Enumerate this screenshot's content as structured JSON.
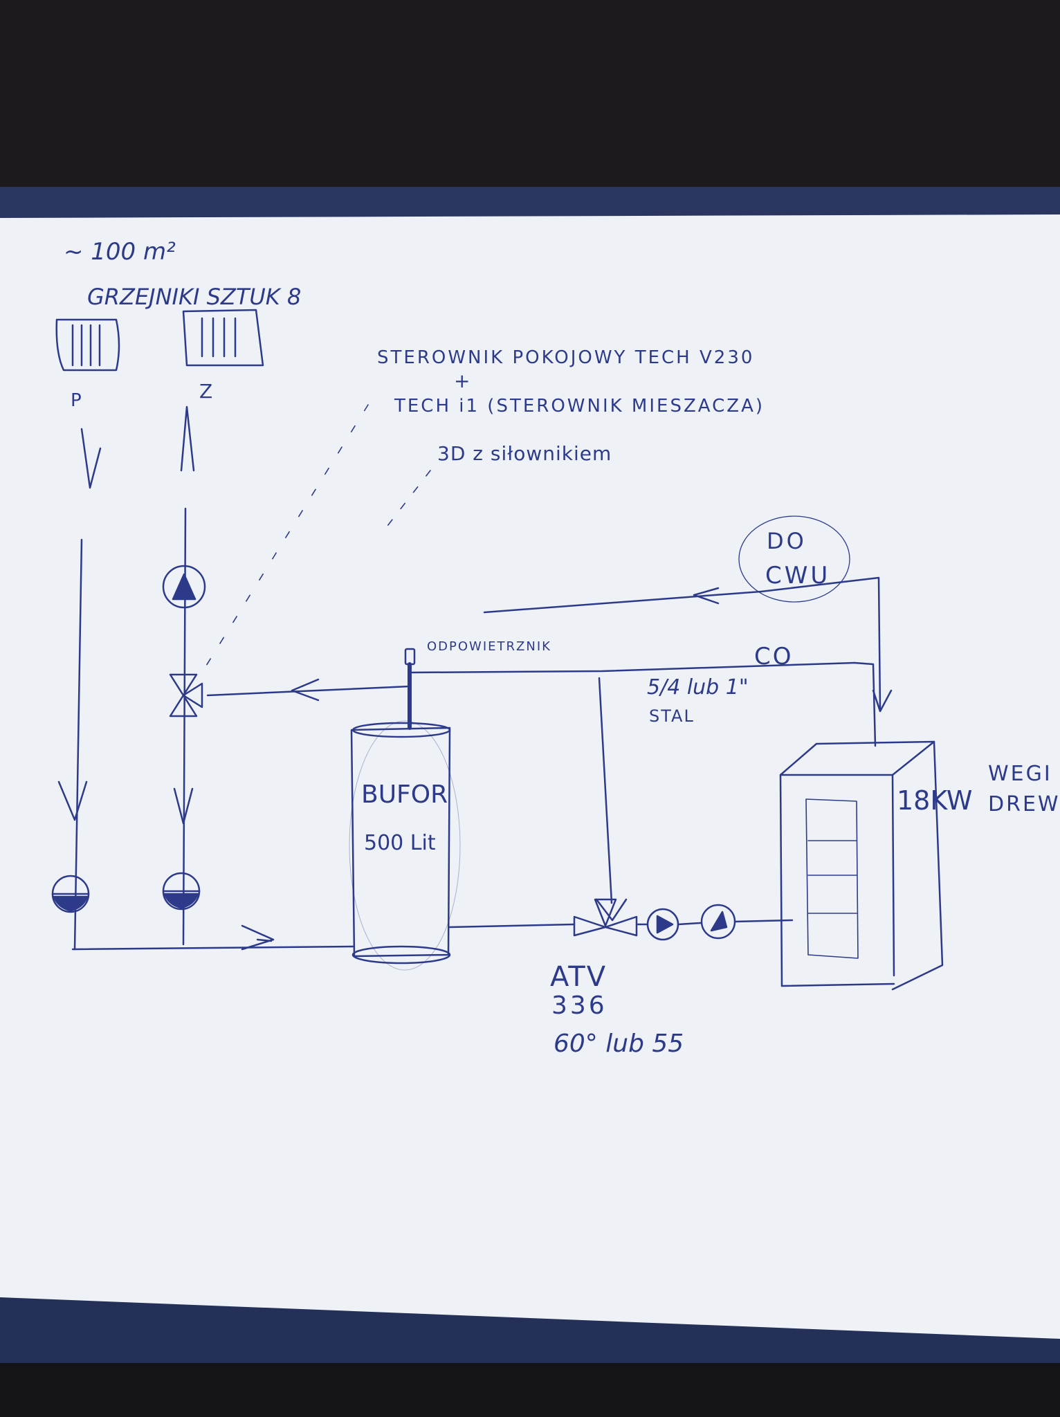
{
  "photo": {
    "background_color": "#1c1a1c",
    "binder_color": "#2a3560",
    "paper_color": "#eef2f6",
    "ink_color": "#2d3a8a"
  },
  "notes": {
    "area": "~ 100 m²",
    "radiators": "GRZEJNIKI SZTUK 8",
    "controller_line1": "STEROWNIK POKOJOWY TECH V230",
    "plus": "+",
    "controller_line2": "TECH i1 (STEROWNIK MIESZACZA)",
    "valve_note": "3D z siłownikiem",
    "return_label": "P",
    "supply_label": "Z"
  },
  "components": {
    "dhw": {
      "line1": "DO",
      "line2": "CWU"
    },
    "co": "CO",
    "pipe_size": "5/4 lub 1\"",
    "pipe_material": "STAL",
    "air_vent": "ODPOWIETRZNIK",
    "buffer_line1": "BUFOR",
    "buffer_line2": "500 Lit",
    "boiler_power": "18KW",
    "fuel_line1": "WEGI",
    "fuel_line2": "DREW",
    "atv_line1": "ATV",
    "atv_line2": "336",
    "atv_line3": "60° lub 55"
  }
}
